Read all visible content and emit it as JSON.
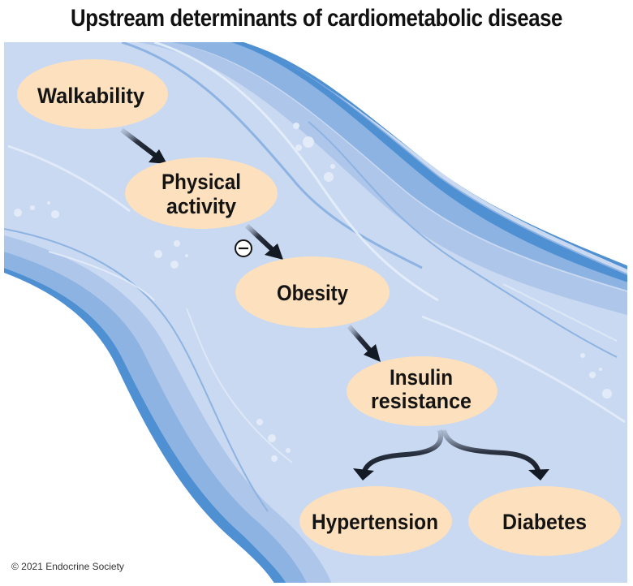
{
  "title": "Upstream determinants of cardiometabolic disease",
  "copyright": "© 2021 Endocrine Society",
  "colors": {
    "node_fill": "#fde0bd",
    "river_light": "#c9d9f1",
    "river_mid": "#adc6ea",
    "river_band": "#8db3e2",
    "river_edge": "#4f90d3",
    "arrow": "#141a24",
    "text": "#141414"
  },
  "nodes": [
    {
      "id": "walkability",
      "lines": [
        "Walkability"
      ]
    },
    {
      "id": "physical-activity",
      "lines": [
        "Physical",
        "activity"
      ]
    },
    {
      "id": "obesity",
      "lines": [
        "Obesity"
      ]
    },
    {
      "id": "insulin-resistance",
      "lines": [
        "Insulin",
        "resistance"
      ]
    },
    {
      "id": "hypertension",
      "lines": [
        "Hypertension"
      ]
    },
    {
      "id": "diabetes",
      "lines": [
        "Diabetes"
      ]
    }
  ],
  "edges": [
    {
      "from": "walkability",
      "to": "physical-activity",
      "sign": ""
    },
    {
      "from": "physical-activity",
      "to": "obesity",
      "sign": "−"
    },
    {
      "from": "obesity",
      "to": "insulin-resistance",
      "sign": ""
    },
    {
      "from": "insulin-resistance",
      "to": "hypertension",
      "sign": ""
    },
    {
      "from": "insulin-resistance",
      "to": "diabetes",
      "sign": ""
    }
  ],
  "negative_marker": "−"
}
